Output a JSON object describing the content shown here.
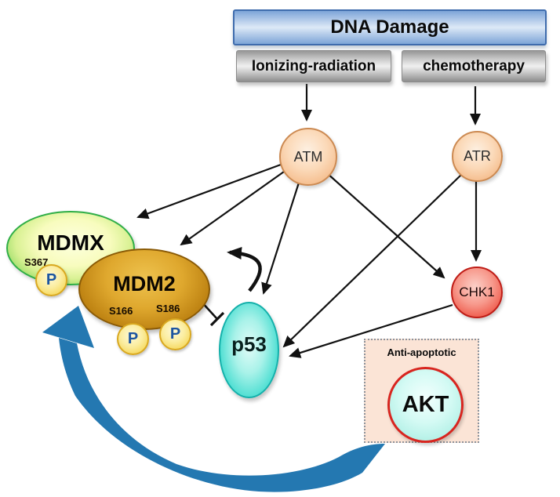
{
  "header": {
    "title": "DNA Damage"
  },
  "stimuli": {
    "left": "Ionizing-radiation",
    "right": "chemotherapy"
  },
  "nodes": {
    "atm": "ATM",
    "atr": "ATR",
    "chk1": "CHK1",
    "mdmx": "MDMX",
    "mdm2": "MDM2",
    "p53": "p53",
    "akt": "AKT"
  },
  "akt_box": {
    "label": "Anti-apoptotic"
  },
  "phospho": {
    "symbol": "P"
  },
  "sites": {
    "mdmx": "S367",
    "mdm2_left": "S166",
    "mdm2_right": "S186"
  },
  "edges": [
    {
      "from": "Ionizing-radiation",
      "to": "ATM",
      "type": "arrow"
    },
    {
      "from": "chemotherapy",
      "to": "ATR",
      "type": "arrow"
    },
    {
      "from": "ATM",
      "to": "MDMX",
      "type": "arrow"
    },
    {
      "from": "ATM",
      "to": "MDM2",
      "type": "arrow"
    },
    {
      "from": "ATM",
      "to": "p53",
      "type": "arrow"
    },
    {
      "from": "ATM",
      "to": "CHK1",
      "type": "arrow"
    },
    {
      "from": "ATR",
      "to": "CHK1",
      "type": "arrow"
    },
    {
      "from": "ATR",
      "to": "p53",
      "type": "arrow"
    },
    {
      "from": "CHK1",
      "to": "p53",
      "type": "arrow"
    },
    {
      "from": "MDM2",
      "to": "p53",
      "type": "inhibition"
    },
    {
      "from": "p53",
      "to": "MDM2",
      "type": "curved-feedback-arrow"
    },
    {
      "from": "AKT",
      "to": "MDM2/MDMX",
      "type": "thick-blue-curved-arrow"
    }
  ],
  "colors": {
    "dna_box_blue": "#aec7e7",
    "dna_box_border": "#3f6cad",
    "stimulus_gray": "#c6c6c6",
    "kinase_peach": "#f5bd8d",
    "mdmx_green": "#3fbc4c",
    "mdm2_gold": "#c08514",
    "p53_teal": "#1fc8bf",
    "chk1_red": "#ef5d4e",
    "akt_fill": "#b2f0e6",
    "akt_border_red": "#d8251f",
    "akt_box_peach": "#fbe4d6",
    "phospho_yellow": "#f6d95f",
    "phospho_text_blue": "#1c55a0",
    "swoosh_blue": "#2478b1",
    "edge_black": "#111111"
  }
}
